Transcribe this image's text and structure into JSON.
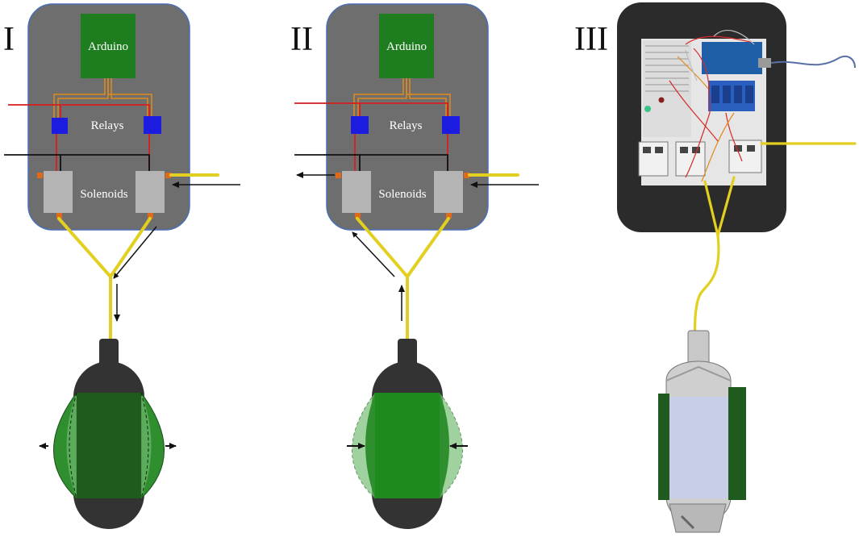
{
  "panels": [
    {
      "numeral": "I",
      "arduino_label": "Arduino",
      "relays_label": "Relays",
      "solenoids_label": "Solenoids",
      "flow": "inflate"
    },
    {
      "numeral": "II",
      "arduino_label": "Arduino",
      "relays_label": "Relays",
      "solenoids_label": "Solenoids",
      "flow": "deflate"
    },
    {
      "numeral": "III",
      "content": "photo of assembled breadboard circuit with Arduino, relay module, solenoid valves, tubing and cutaway actuator model"
    }
  ],
  "colors": {
    "enclosure": "#6e6e6e",
    "enclosure_border": "#4a6fb5",
    "arduino": "#1e7d1e",
    "relay": "#1c1ce0",
    "solenoid": "#b4b4b4",
    "tube": "#e3cf1f",
    "wire_red": "#d81e1e",
    "wire_black": "#111111",
    "wire_orange": "#e08a1a",
    "actuator_body": "#333333",
    "membrane_dark": "#1f5a1f",
    "membrane_mid": "#2f8f2f",
    "membrane_light": "#7fc47f",
    "photo_bg": "#2b2b2b"
  }
}
